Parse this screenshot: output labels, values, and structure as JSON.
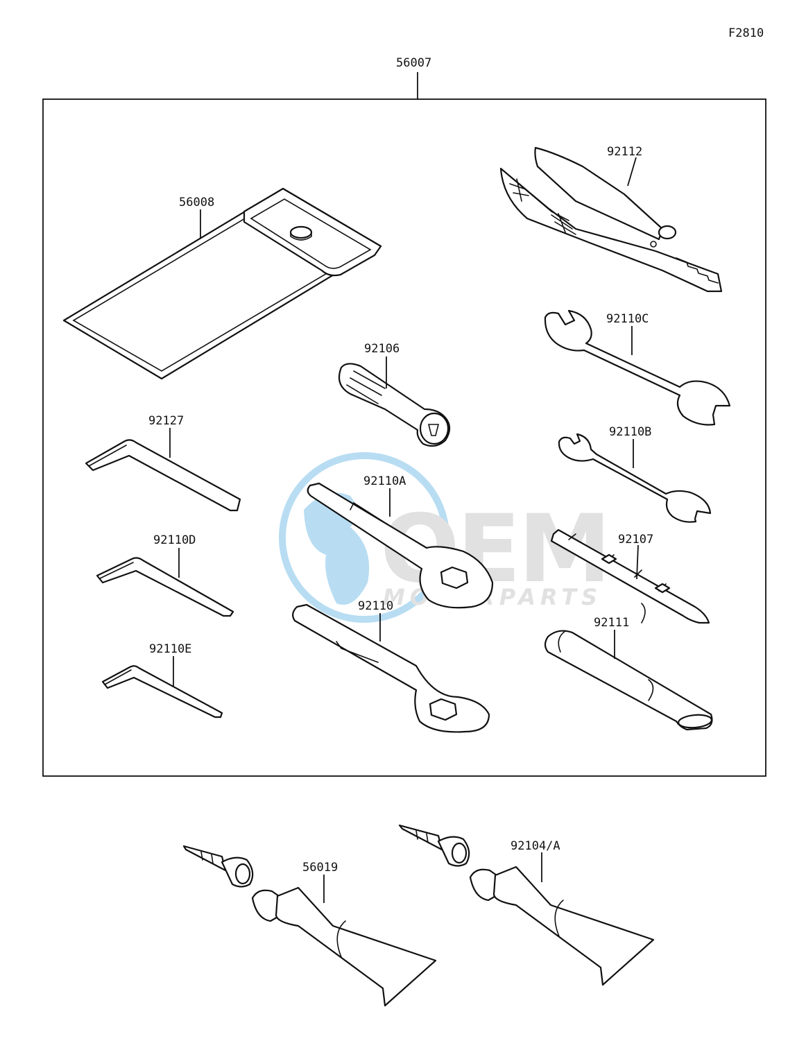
{
  "figure_code": "F2810",
  "assembly_label": "56007",
  "parts": {
    "case": "56008",
    "pliers": "92112",
    "wrench_c": "92110C",
    "wrench_b": "92110B",
    "screwdriver": "92107",
    "handle": "92111",
    "plug_tool": "92106",
    "ring_wrench_a": "92110A",
    "ring_wrench": "92110",
    "hex_key_1": "92127",
    "hex_key_d": "92110D",
    "hex_key_e": "92110E",
    "sealant_1": "56019",
    "sealant_2": "92104/A"
  },
  "watermark": {
    "main": "OEM",
    "sub": "MOTORPARTS",
    "globe_color": "#7fc3ea",
    "text_color": "#c9c9c9"
  }
}
